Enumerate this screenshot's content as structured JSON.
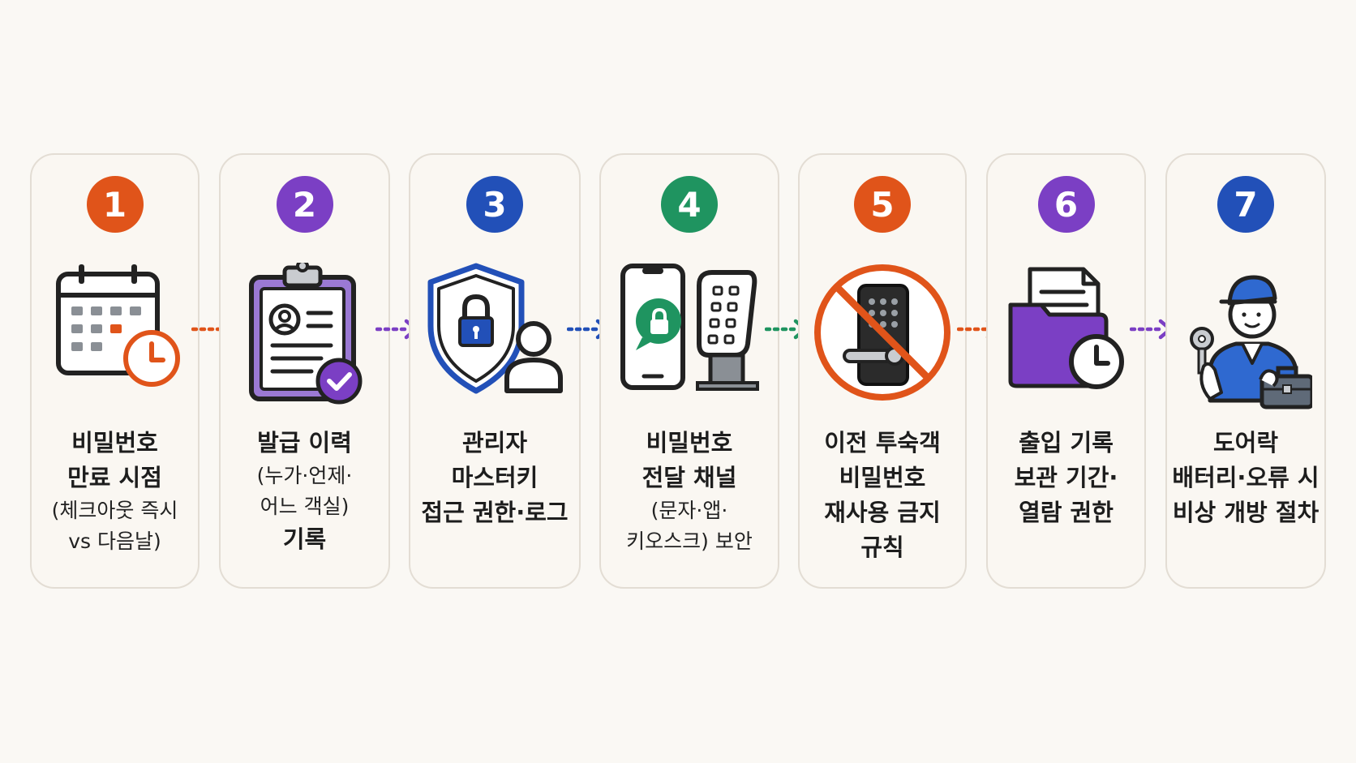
{
  "colors": {
    "orange": "#e0541a",
    "purple": "#7b3fc4",
    "blue": "#2250b8",
    "green": "#1f9460",
    "card_border": "#e3ddd4",
    "background": "#faf8f4"
  },
  "steps": [
    {
      "number": "1",
      "color": "orange",
      "icon": "calendar-clock-icon",
      "title_lines": [
        "비밀번호",
        "만료 시점"
      ],
      "sub_lines": [
        "(체크아웃 즉시",
        "vs 다음날)"
      ]
    },
    {
      "number": "2",
      "color": "purple",
      "icon": "clipboard-check-icon",
      "line1": "발급 이력",
      "sub_lines": [
        "(누가·언제·",
        "어느 객실)"
      ],
      "line_end": "기록"
    },
    {
      "number": "3",
      "color": "blue",
      "icon": "shield-lock-user-icon",
      "title_lines": [
        "관리자",
        "마스터키",
        "접근 권한·로그"
      ]
    },
    {
      "number": "4",
      "color": "green",
      "icon": "phone-kiosk-icon",
      "title_lines": [
        "비밀번호",
        "전달 채널"
      ],
      "sub_lines": [
        "(문자·앱·",
        "키오스크) 보안"
      ]
    },
    {
      "number": "5",
      "color": "orange",
      "icon": "no-door-lock-icon",
      "title_lines": [
        "이전 투숙객",
        "비밀번호",
        "재사용 금지",
        "규칙"
      ]
    },
    {
      "number": "6",
      "color": "purple",
      "icon": "folder-clock-icon",
      "title_lines": [
        "출입 기록",
        "보관 기간·",
        "열람 권한"
      ]
    },
    {
      "number": "7",
      "color": "blue",
      "icon": "technician-toolbox-icon",
      "title_lines": [
        "도어락",
        "배터리·오류 시",
        "비상 개방 절차"
      ]
    }
  ],
  "arrows": [
    {
      "color": "orange"
    },
    {
      "color": "purple"
    },
    {
      "color": "blue"
    },
    {
      "color": "green"
    },
    {
      "color": "orange"
    },
    {
      "color": "purple"
    }
  ]
}
